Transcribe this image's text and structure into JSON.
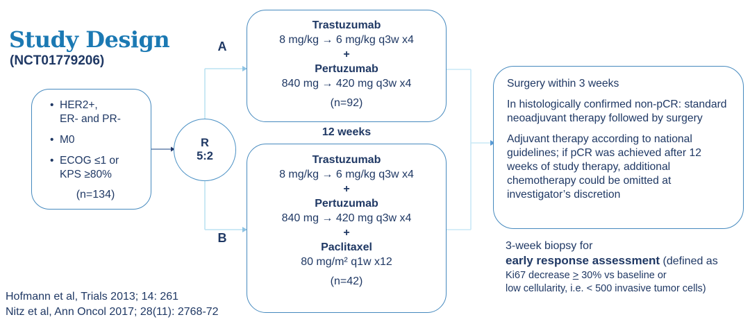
{
  "title": {
    "text": "Study Design",
    "nct": "(NCT01779206)"
  },
  "population_box": {
    "bullets": [
      "HER2+,\nER- and PR-",
      "M0",
      "ECOG ≤1 or\nKPS ≥80%"
    ],
    "n": "(n=134)"
  },
  "randomization": {
    "letter": "R",
    "ratio": "5:2"
  },
  "duration_label": "12 weeks",
  "arm_a": {
    "label": "A",
    "lines": [
      "Trastuzumab",
      "8 mg/kg → 6 mg/kg q3w x4",
      "+",
      "Pertuzumab",
      "840 mg → 420 mg q3w x4"
    ],
    "n": "(n=92)"
  },
  "arm_b": {
    "label": "B",
    "lines": [
      "Trastuzumab",
      "8 mg/kg → 6 mg/kg q3w x4",
      "+",
      "Pertuzumab",
      "840 mg → 420 mg q3w x4",
      "+",
      "Paclitaxel",
      "80 mg/m² q1w x12"
    ],
    "n": "(n=42)"
  },
  "outcome_box": {
    "paragraphs": [
      "Surgery within 3 weeks",
      "In histologically confirmed non-pCR: standard neoadjuvant therapy followed by surgery",
      "Adjuvant therapy according to national guidelines; if pCR was achieved after 12 weeks of study therapy, additional chemotherapy could be omitted at investigator’s discretion"
    ]
  },
  "biopsy_note": {
    "line1": "3-week biopsy for",
    "bold": "early response assessment",
    "after_bold": " (defined as",
    "ki67_prefix": "Ki67 decrease ",
    "ki67_symbol": ">",
    "ki67_suffix": " 30% vs baseline or",
    "line4": "low cellularity, i.e. < 500 invasive tumor cells)"
  },
  "references": [
    "Hofmann et al, Trials 2013; 14: 261",
    "Nitz et al, Ann Oncol 2017; 28(11): 2768-72"
  ],
  "colors": {
    "navy_text": "#1F3864",
    "title_blue": "#1B79B3",
    "box_border": "#4589BE",
    "connector_branch": "#BCE2F2",
    "connector_pale": "#C9E8F6",
    "arrowhead_branch": "#8FC3E3",
    "arrowhead_mid": "#5B9BD5",
    "arrow_left_line": "#44689B",
    "arrowhead_left": "#24396B"
  }
}
